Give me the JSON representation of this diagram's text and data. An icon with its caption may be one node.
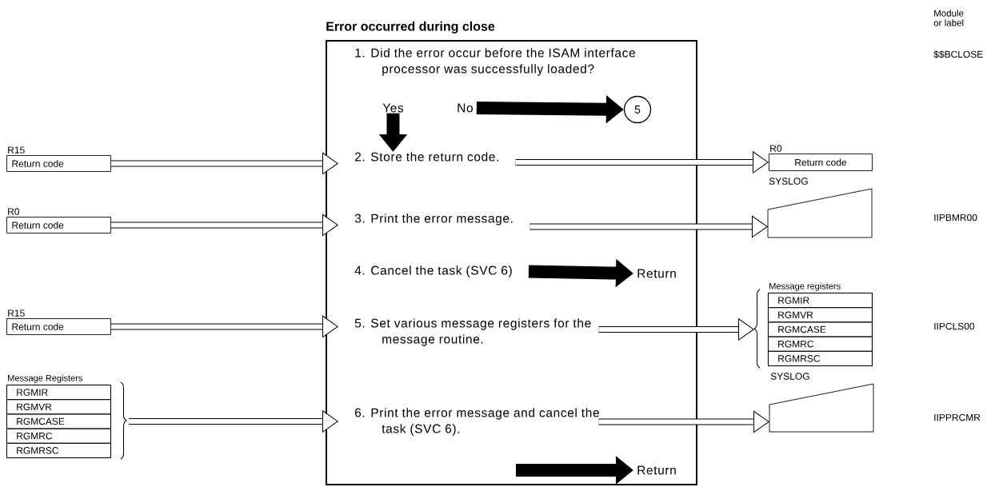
{
  "diagram": {
    "nodes": [
      {
        "text": [
          "Error occurred during close"
        ]
      },
      {
        "text": [
          "1. Did the error occur before the ISAM interface processor was successfully loaded?"
        ],
        "in": 0
      },
      {
        "text": [
          "Yes"
        ],
        "in": 0
      },
      {
        "text": [
          "No"
        ],
        "in": 0
      },
      {
        "text": [
          "5"
        ],
        "in": 0
      },
      {
        "text": [
          "2. Store the return code."
        ],
        "in": 0
      },
      {
        "text": [
          "3. Print the error message."
        ],
        "in": 0
      },
      {
        "text": [
          "4. Cancel the task (SVC 6)"
        ],
        "in": 0
      },
      {
        "text": [
          "Return"
        ],
        "in": 0
      },
      {
        "text": [
          "5. Set various message registers for the message routine."
        ],
        "in": 0
      },
      {
        "text": [
          "6. Print the error message and cancel the task (SVC 6)."
        ],
        "in": 0
      },
      {
        "text": [
          "Return"
        ],
        "in": 0
      },
      {
        "text": [
          "R15",
          "Return code"
        ]
      },
      {
        "text": [
          "R0",
          "Return code"
        ]
      },
      {
        "text": [
          "R15",
          "Return code"
        ]
      },
      {
        "text": [
          "Message Registers"
        ]
      },
      {
        "text": [
          "RGMIR"
        ],
        "in": 15
      },
      {
        "text": [
          "RGMVR"
        ],
        "in": 15
      },
      {
        "text": [
          "RGMCASE"
        ],
        "in": 15
      },
      {
        "text": [
          "RGMRC"
        ],
        "in": 15
      },
      {
        "text": [
          "RGMRSC"
        ],
        "in": 15
      },
      {
        "text": [
          "R0",
          "Return code"
        ]
      },
      {
        "text": [
          "SYSLOG"
        ]
      },
      {
        "text": [
          "Message registers"
        ]
      },
      {
        "text": [
          "RGMIR"
        ],
        "in": 23
      },
      {
        "text": [
          "RGMVR"
        ],
        "in": 23
      },
      {
        "text": [
          "RGMCASE"
        ],
        "in": 23
      },
      {
        "text": [
          "RGMRC"
        ],
        "in": 23
      },
      {
        "text": [
          "RGMRSC"
        ],
        "in": 23
      },
      {
        "text": [
          "SYSLOG"
        ]
      }
    ],
    "edges": [
      {
        "from": 2,
        "to": 5,
        "arrow": "to",
        "style": "thick"
      },
      {
        "from": 3,
        "to": 4,
        "arrow": "to",
        "style": "thick"
      },
      {
        "from": 7,
        "to": 8,
        "arrow": "to",
        "style": "thick"
      },
      {
        "from": null,
        "to": 11,
        "arrow": "to",
        "style": "thick"
      },
      {
        "from": 12,
        "to": 5,
        "arrow": "to"
      },
      {
        "from": 13,
        "to": 6,
        "arrow": "to"
      },
      {
        "from": 14,
        "to": 9,
        "arrow": "to"
      },
      {
        "from": 15,
        "to": 10,
        "arrow": "to"
      },
      {
        "from": 5,
        "to": 21,
        "arrow": "to"
      },
      {
        "from": 6,
        "to": 22,
        "arrow": "to"
      },
      {
        "from": 9,
        "to": 23,
        "arrow": "to"
      },
      {
        "from": 10,
        "to": 29,
        "arrow": "to"
      }
    ],
    "labels": [
      "Module or label",
      "$$BCLOSE",
      "IIPBMR00",
      "IIPCLS00",
      "IIPPRCMR"
    ]
  }
}
